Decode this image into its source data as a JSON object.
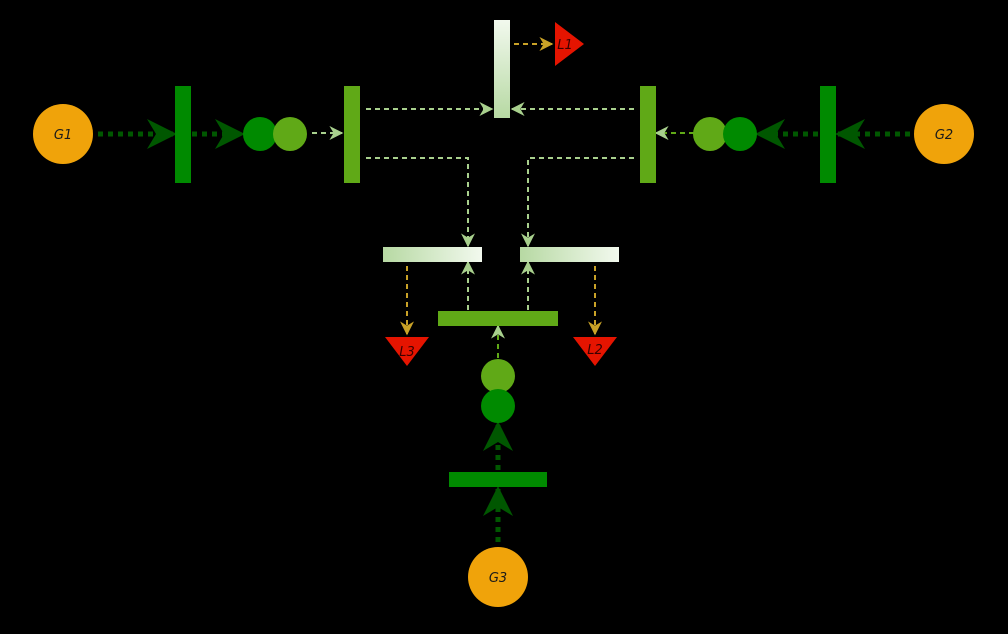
{
  "colors": {
    "background": "#000000",
    "generator": "#f0a30a",
    "load": "#e51400",
    "bus_dark": "#008a00",
    "bus_mid": "#60a917",
    "bus_light": "#cfe8c2",
    "line_dark": "#005700",
    "line_light": "#a8d08d",
    "line_load": "#c9a227"
  },
  "generators": [
    {
      "id": "g1",
      "label": "G1"
    },
    {
      "id": "g2",
      "label": "G2"
    },
    {
      "id": "g3",
      "label": "G3"
    }
  ],
  "loads": [
    {
      "id": "l1",
      "label": "L1"
    },
    {
      "id": "l2",
      "label": "L2"
    },
    {
      "id": "l3",
      "label": "L3"
    }
  ]
}
